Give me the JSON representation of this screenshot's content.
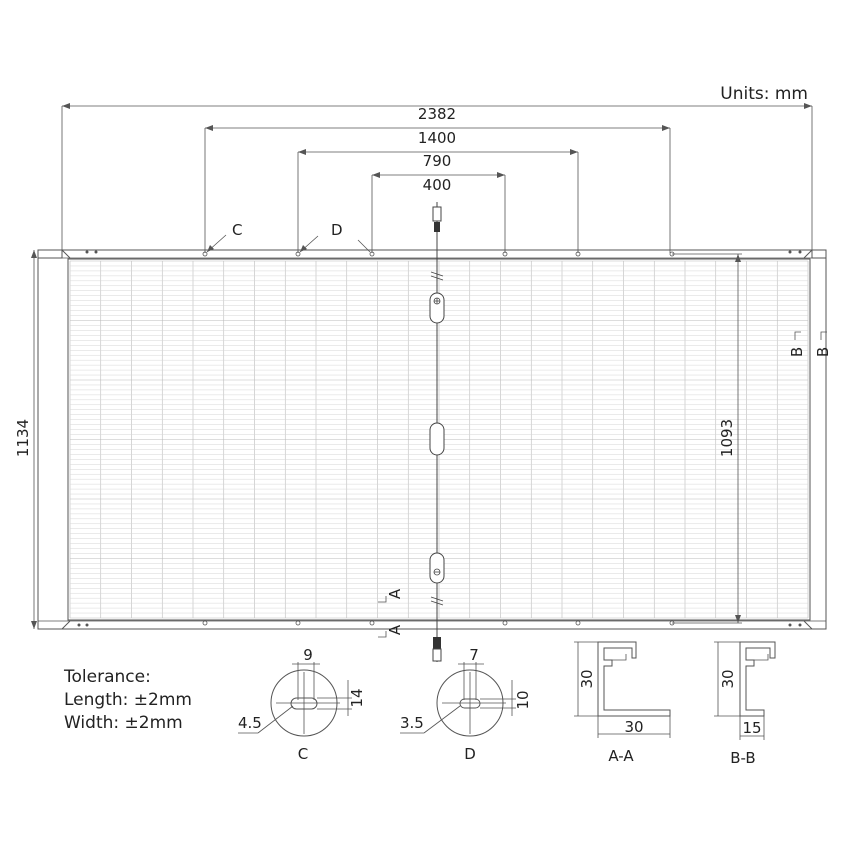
{
  "units": "Units: mm",
  "dimensions": {
    "total_width": "2382",
    "d1400": "1400",
    "d790": "790",
    "d400": "400",
    "height": "1134",
    "inner_height": "1093"
  },
  "hole_labels": {
    "c": "C",
    "d": "D"
  },
  "section_marks": {
    "a": "A",
    "b": "B"
  },
  "tolerance": {
    "title": "Tolerance:",
    "length": "Length:  ±2mm",
    "width": "Width:  ±2mm"
  },
  "details": {
    "c": {
      "top": "9",
      "side": "14",
      "dia": "4.5",
      "caption": "C"
    },
    "d": {
      "top": "7",
      "side": "10",
      "dia": "3.5",
      "caption": "D"
    },
    "aa": {
      "height": "30",
      "width": "30",
      "caption": "A-A"
    },
    "bb": {
      "height": "30",
      "width": "15",
      "caption": "B-B"
    }
  }
}
